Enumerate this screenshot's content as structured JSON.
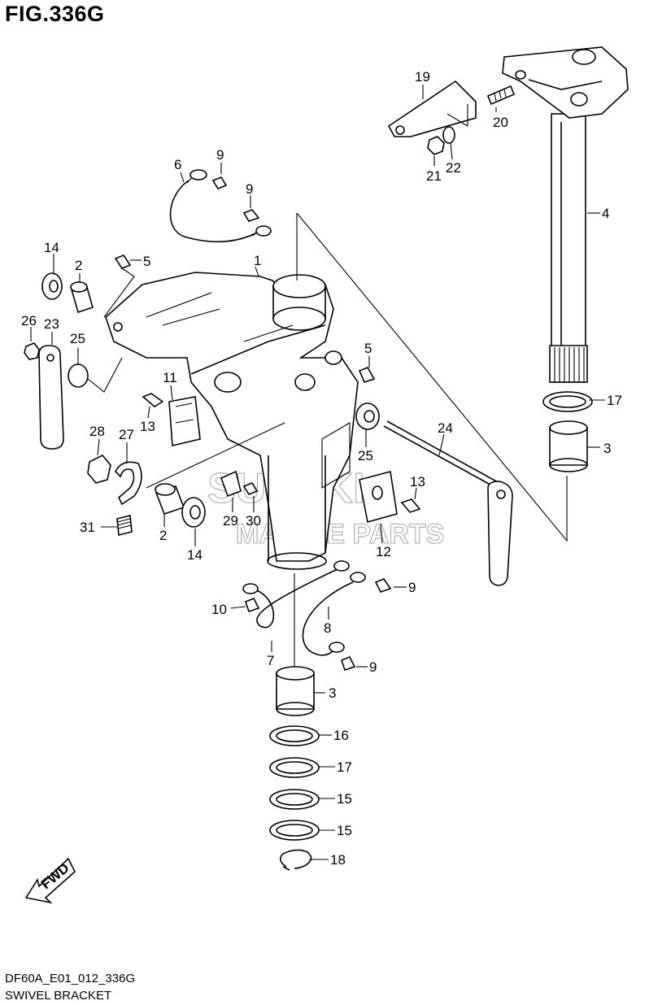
{
  "header": {
    "figure_title": "FIG.336G"
  },
  "footer": {
    "drawing_code": "DF60A_E01_012_336G",
    "caption": "SWIVEL BRACKET"
  },
  "watermark": {
    "line1": "SUZUKI",
    "line2": "MARINE PARTS"
  },
  "fwd_arrow": {
    "label": "FWD"
  },
  "callouts": [
    "1",
    "2",
    "2",
    "3",
    "3",
    "4",
    "5",
    "5",
    "6",
    "7",
    "8",
    "9",
    "9",
    "9",
    "9",
    "10",
    "11",
    "12",
    "13",
    "13",
    "14",
    "14",
    "15",
    "15",
    "16",
    "17",
    "17",
    "18",
    "19",
    "20",
    "21",
    "22",
    "23",
    "24",
    "25",
    "25",
    "26",
    "27",
    "28",
    "29",
    "30",
    "31"
  ]
}
